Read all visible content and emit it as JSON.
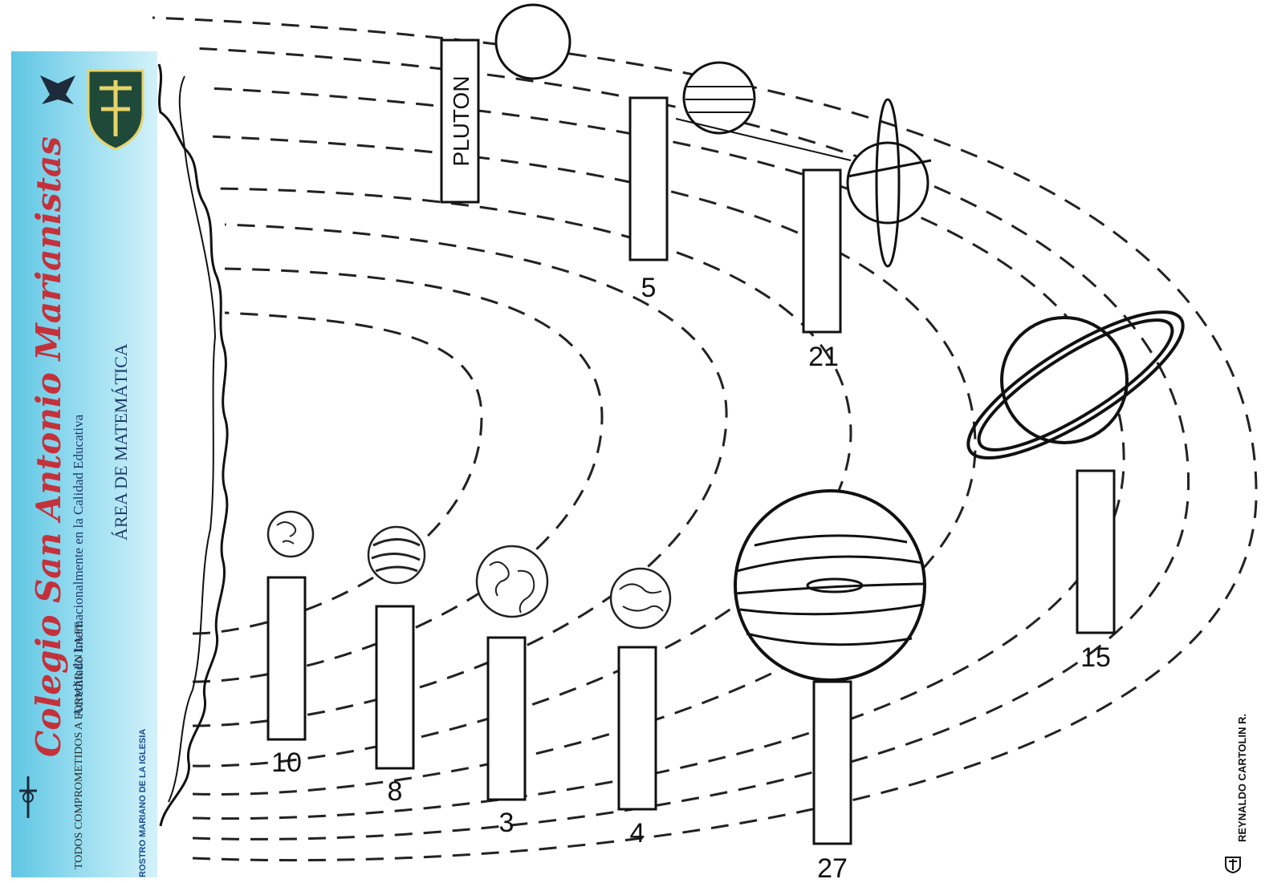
{
  "banner": {
    "school_name": "Colegio San Antonio Marianistas",
    "accreditation": "Acreditado Internacionalmente en la Calidad Educativa",
    "area": "ÁREA DE MATEMÁTICA",
    "motto": "TODOS\nCOMPROMETIDOS\nA FORMAR\nEN LA FE",
    "rostro": "ROSTRO MARIANO DE LA IGLESIA",
    "crest_icon": "school-crest-icon"
  },
  "credit": "REYNALDO CARTOLIN R.",
  "planets": [
    {
      "name": "mercury",
      "number": "10"
    },
    {
      "name": "venus",
      "number": "8"
    },
    {
      "name": "earth",
      "number": "3"
    },
    {
      "name": "mars",
      "number": "4"
    },
    {
      "name": "jupiter",
      "number": "27"
    },
    {
      "name": "saturn",
      "number": "15"
    },
    {
      "name": "uranus",
      "number": "21"
    },
    {
      "name": "neptune",
      "number": "5"
    },
    {
      "name": "pluto",
      "label": "PLUTON"
    }
  ],
  "colors": {
    "banner": "#8fd9ee",
    "school_red": "#c4313b",
    "ink": "#111111"
  }
}
